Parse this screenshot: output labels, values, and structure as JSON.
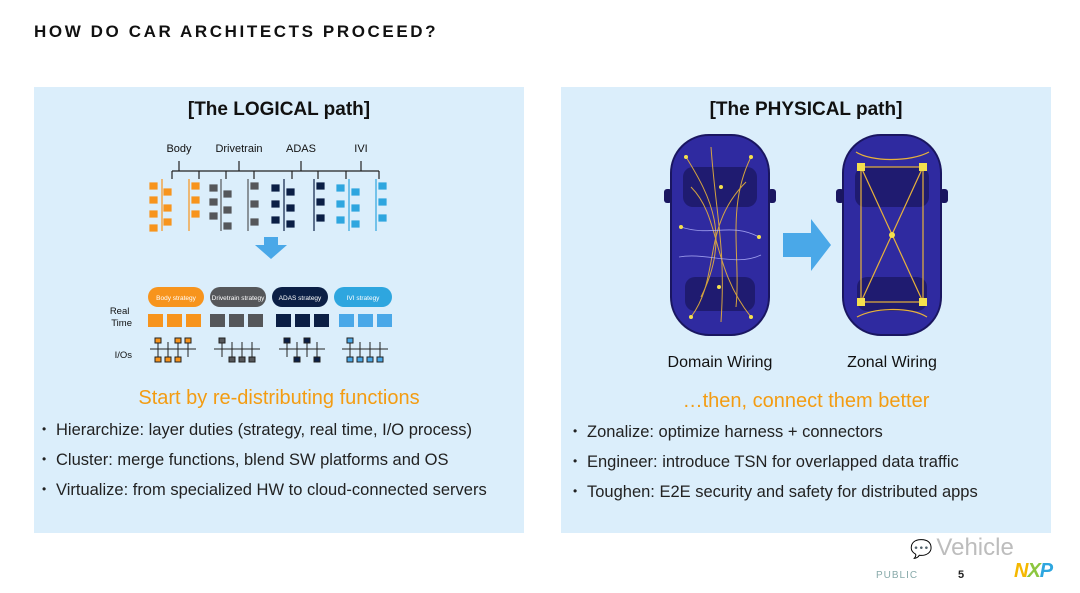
{
  "page": {
    "title": "HOW DO CAR ARCHITECTS PROCEED?"
  },
  "logical": {
    "heading": "[The LOGICAL path]",
    "domains": [
      "Body",
      "Drivetrain",
      "ADAS",
      "IVI"
    ],
    "strategies": [
      "Body strategy",
      "Drivetrain strategy",
      "ADAS strategy",
      "IVI strategy"
    ],
    "row_labels": {
      "real_time": "Real Time",
      "ios": "I/Os"
    },
    "subhead": "Start by re-distributing functions",
    "bullets": [
      "Hierarchize: layer duties (strategy, real time, I/O process)",
      "Cluster: merge functions, blend SW platforms and OS",
      "Virtualize: from specialized HW to cloud-connected servers"
    ]
  },
  "physical": {
    "heading": "[The PHYSICAL path]",
    "cars": [
      "Domain Wiring",
      "Zonal Wiring"
    ],
    "subhead": "…then, connect them better",
    "bullets": [
      "Zonalize: optimize harness + connectors",
      "Engineer: introduce TSN for overlapped data traffic",
      "Toughen: E2E security and safety for distributed apps"
    ]
  },
  "footer": {
    "watermark": "Vehicle",
    "classification": "PUBLIC",
    "page_number": "5",
    "logo": "NXP"
  },
  "colors": {
    "body": "#f7941d",
    "drivetrain": "#55575a",
    "adas": "#0b1f45",
    "ivi": "#2ea6df",
    "accent": "#f39c12",
    "panel": "#dbeefb",
    "arrow": "#4aa8e8",
    "car": "#2f2aa0"
  },
  "icons": [
    "wechat-icon",
    "down-arrow-icon",
    "right-arrow-icon"
  ]
}
